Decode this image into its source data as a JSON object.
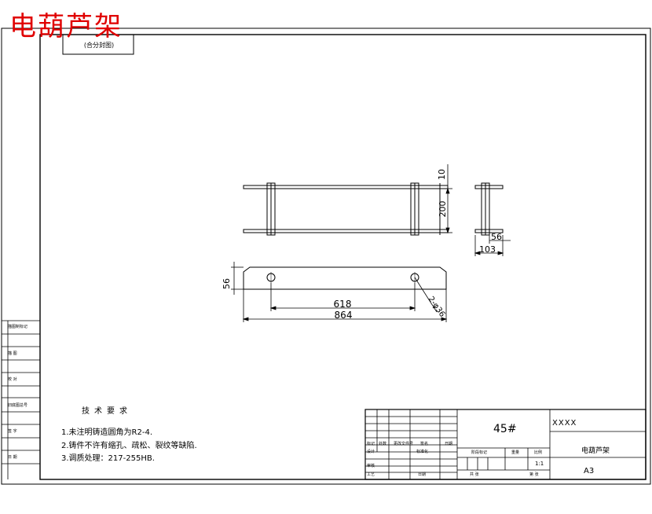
{
  "drawing": {
    "title": "电葫芦架",
    "tag": "(合分封图)"
  },
  "side_labels": [
    "描图制标记",
    "描 图",
    "校 对",
    "旧底图总号",
    "签 字",
    "日 期"
  ],
  "dimensions": {
    "top_offset": "10",
    "height": "200",
    "side_inner": "56",
    "side_width": "103",
    "plate_width": "56",
    "hole_spacing": "618",
    "overall_length": "864",
    "hole_note": "2-φ36"
  },
  "technical_notes": {
    "title": "技术要求",
    "items": [
      "1.未注明铸造圆角为R2-4.",
      "2.铸件不许有缩孔、疏松、裂纹等缺陷.",
      "3.调质处理：217-255HB."
    ]
  },
  "title_block": {
    "material": "45#",
    "code": "XXXX",
    "part_name": "电葫芦架",
    "sheet_size": "A3",
    "scale": "1:1",
    "labels": {
      "mark": "标记",
      "count": "处数",
      "partition": "更改文件号",
      "signature": "签名",
      "date": "日期",
      "design": "设计",
      "standardization": "标准化",
      "review": "审核",
      "process": "工艺",
      "approve": "日期",
      "stage_mark": "阶段标记",
      "weight": "重量",
      "scale_label": "比例",
      "sheets_total": "共 张",
      "sheet_no": "第 张"
    }
  }
}
